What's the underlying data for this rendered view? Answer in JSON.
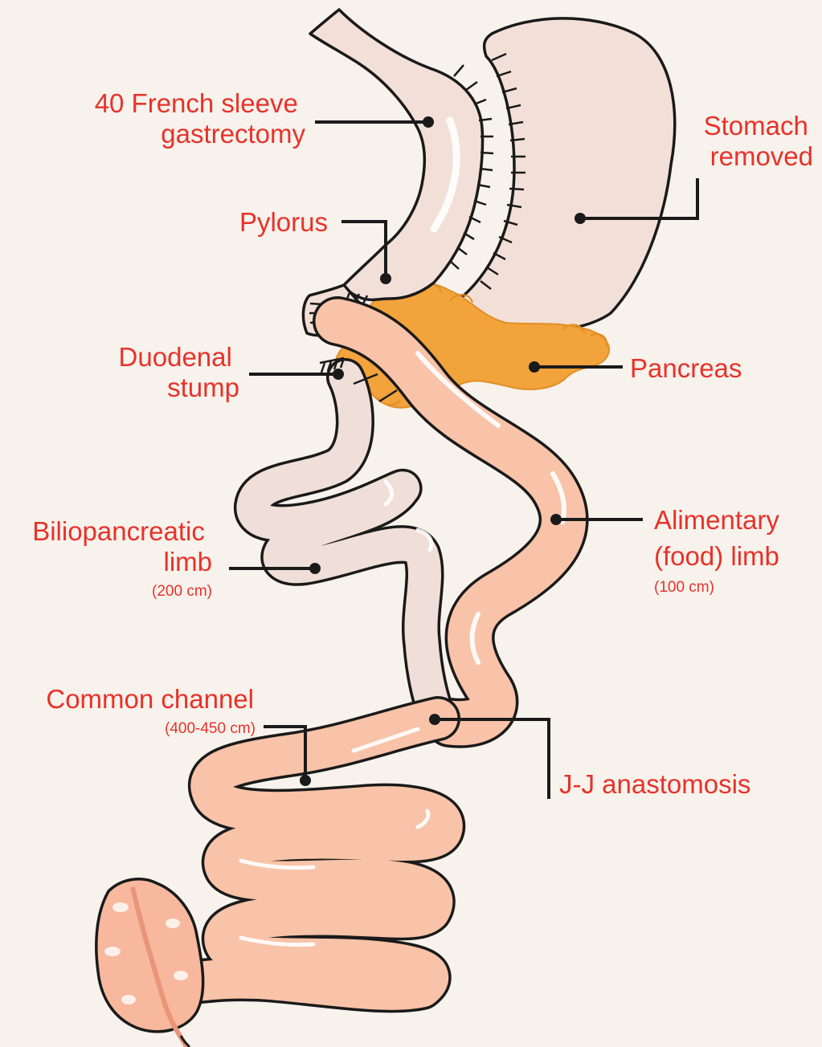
{
  "labels": {
    "sleeve": [
      "40 French sleeve",
      "gastrectomy"
    ],
    "stomach": [
      "Stomach",
      "removed"
    ],
    "pylorus": "Pylorus",
    "duodenal": [
      "Duodenal",
      "stump"
    ],
    "pancreas": "Pancreas",
    "bilio": [
      "Biliopancreatic",
      "limb"
    ],
    "bilio_len": "(200 cm)",
    "alimentary": [
      "Alimentary",
      "(food) limb"
    ],
    "alimentary_len": "(100 cm)",
    "common": "Common channel",
    "common_len": "(400-450 cm)",
    "jj": "J-J anastomosis"
  },
  "colors": {
    "background": "#f7f2ec",
    "label": "#e8322a",
    "sleeve_fill": "#f2e0d8",
    "stomach_fill": "#f2e0d8",
    "intestine_fill": "#f8c3a8",
    "bp_limb_fill": "#f0dfd8",
    "pancreas_fill": "#f3a33c",
    "colon_fill": "#f7b89e",
    "outline": "#1a1a1a"
  }
}
